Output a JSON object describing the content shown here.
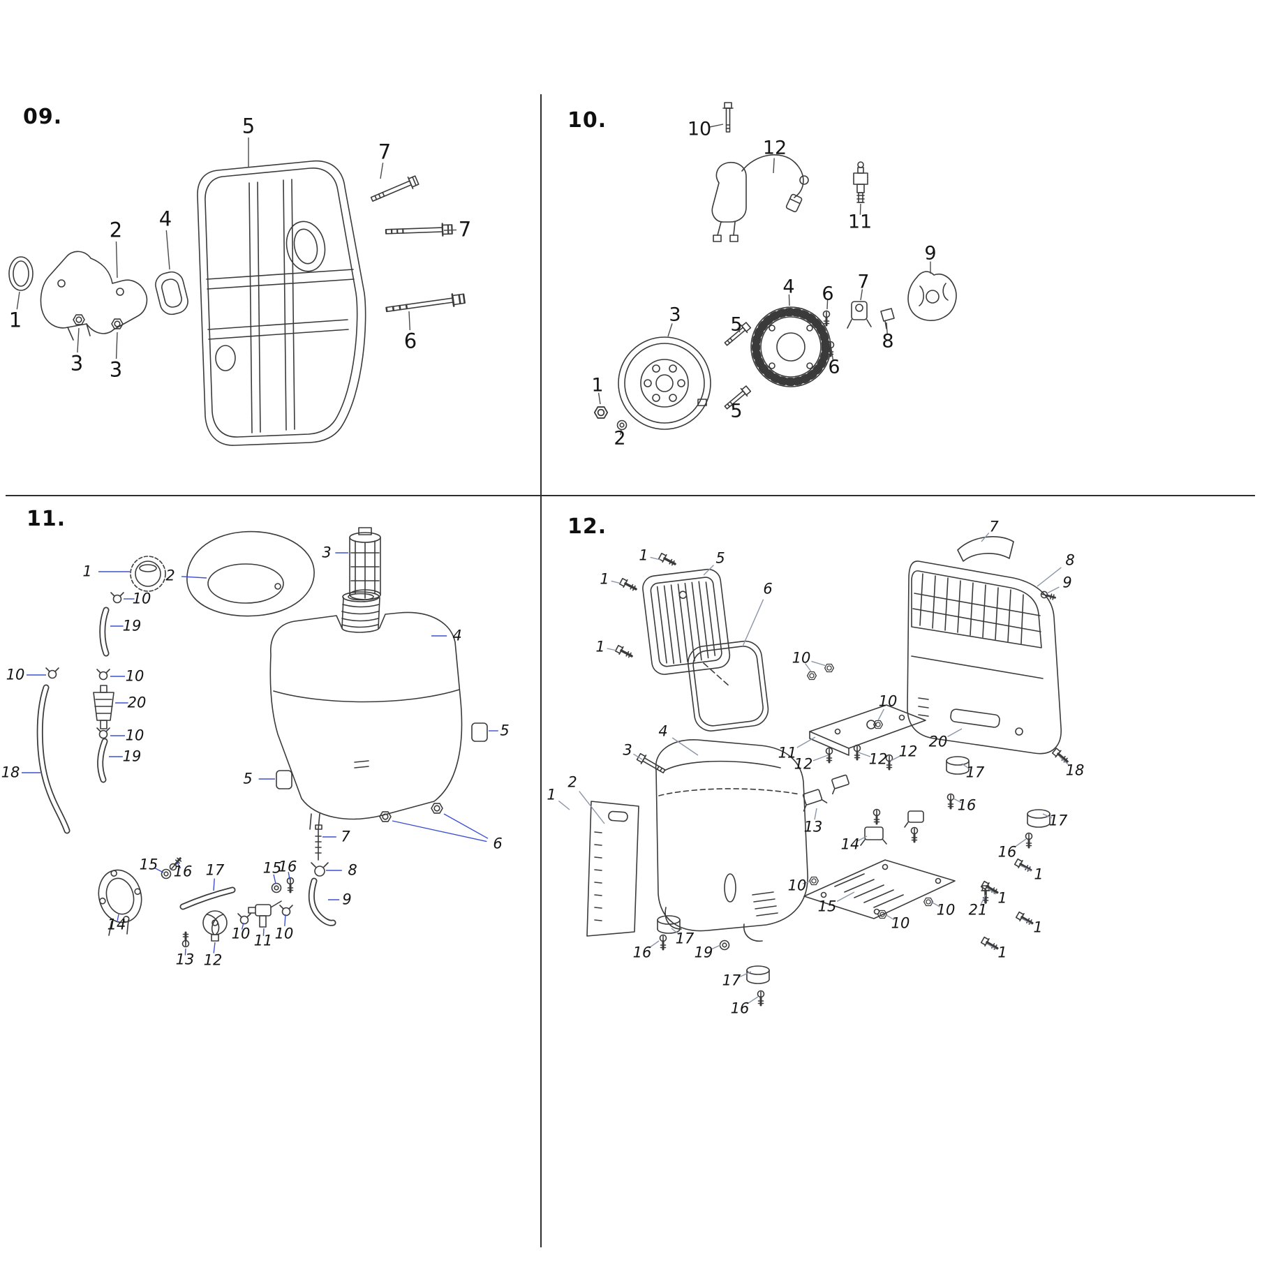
{
  "style": {
    "ink": "#3a3a3a",
    "divider_color": "#2e2e2e"
  },
  "sections": [
    {
      "id": "s09",
      "label": "09.",
      "leader_color": "#4a4a4a",
      "callouts": [
        {
          "n": "5",
          "l": [
            356,
            181
          ],
          "t": [
            [
              356,
              240
            ]
          ]
        },
        {
          "n": "7",
          "l": [
            551,
            218
          ],
          "t": [
            [
              545,
              256
            ]
          ]
        },
        {
          "n": "7",
          "l": [
            666,
            329
          ],
          "t": [
            [
              636,
              330
            ]
          ]
        },
        {
          "n": "2",
          "l": [
            166,
            330
          ],
          "t": [
            [
              168,
              398
            ]
          ]
        },
        {
          "n": "4",
          "l": [
            237,
            314
          ],
          "t": [
            [
              243,
              386
            ]
          ]
        },
        {
          "n": "1",
          "l": [
            22,
            459
          ],
          "t": [
            [
              28,
              418
            ]
          ]
        },
        {
          "n": "3",
          "l": [
            110,
            521
          ],
          "t": [
            [
              113,
              470
            ]
          ]
        },
        {
          "n": "3",
          "l": [
            166,
            530
          ],
          "t": [
            [
              168,
              476
            ]
          ]
        },
        {
          "n": "6",
          "l": [
            588,
            489
          ],
          "t": [
            [
              586,
              446
            ]
          ]
        }
      ]
    },
    {
      "id": "s10",
      "label": "10.",
      "leader_color": "#4a4a4a",
      "callouts": [
        {
          "n": "10",
          "l": [
            1002,
            185
          ],
          "t": [
            [
              1036,
              178
            ]
          ]
        },
        {
          "n": "12",
          "l": [
            1110,
            212
          ],
          "t": [
            [
              1108,
              248
            ]
          ]
        },
        {
          "n": "11",
          "l": [
            1232,
            318
          ],
          "t": [
            [
              1233,
              292
            ]
          ]
        },
        {
          "n": "9",
          "l": [
            1333,
            363
          ],
          "t": [
            [
              1333,
              392
            ]
          ]
        },
        {
          "n": "4",
          "l": [
            1130,
            411
          ],
          "t": [
            [
              1131,
              438
            ]
          ]
        },
        {
          "n": "6",
          "l": [
            1186,
            421
          ],
          "t": [
            [
              1185,
              443
            ]
          ]
        },
        {
          "n": "7",
          "l": [
            1237,
            404
          ],
          "t": [
            [
              1233,
              430
            ]
          ]
        },
        {
          "n": "8",
          "l": [
            1272,
            489
          ],
          "t": [
            [
              1270,
              462
            ]
          ]
        },
        {
          "n": "6",
          "l": [
            1195,
            526
          ],
          "t": [
            [
              1191,
              500
            ]
          ]
        },
        {
          "n": "3",
          "l": [
            967,
            451
          ],
          "t": [
            [
              957,
              482
            ]
          ]
        },
        {
          "n": "5",
          "l": [
            1055,
            465
          ],
          "t": [
            [
              1060,
              476
            ]
          ]
        },
        {
          "n": "5",
          "l": [
            1055,
            589
          ],
          "t": [
            [
              1048,
              580
            ]
          ]
        },
        {
          "n": "1",
          "l": [
            856,
            552
          ],
          "t": [
            [
              860,
              579
            ]
          ]
        },
        {
          "n": "2",
          "l": [
            888,
            628
          ],
          "t": [
            [
              890,
              616
            ]
          ]
        }
      ]
    },
    {
      "id": "s11",
      "label": "11.",
      "leader_color": "#3c50d0",
      "callouts": [
        {
          "n": "1",
          "l": [
            125,
            819
          ],
          "t": [
            [
              186,
              819
            ]
          ]
        },
        {
          "n": "2",
          "l": [
            244,
            825
          ],
          "t": [
            [
              296,
              828
            ]
          ]
        },
        {
          "n": "3",
          "l": [
            468,
            792
          ],
          "t": [
            [
              499,
              792
            ]
          ]
        },
        {
          "n": "10",
          "l": [
            203,
            858
          ],
          "t": [
            [
              177,
              858
            ]
          ]
        },
        {
          "n": "19",
          "l": [
            189,
            897
          ],
          "t": [
            [
              158,
              897
            ]
          ]
        },
        {
          "n": "10",
          "l": [
            22,
            967
          ],
          "t": [
            [
              66,
              967
            ]
          ]
        },
        {
          "n": "10",
          "l": [
            193,
            969
          ],
          "t": [
            [
              158,
              969
            ]
          ]
        },
        {
          "n": "20",
          "l": [
            196,
            1007
          ],
          "t": [
            [
              165,
              1007
            ]
          ]
        },
        {
          "n": "10",
          "l": [
            193,
            1054
          ],
          "t": [
            [
              158,
              1054
            ]
          ]
        },
        {
          "n": "19",
          "l": [
            189,
            1084
          ],
          "t": [
            [
              156,
              1084
            ]
          ]
        },
        {
          "n": "18",
          "l": [
            15,
            1107
          ],
          "t": [
            [
              58,
              1107
            ]
          ]
        },
        {
          "n": "4",
          "l": [
            655,
            911
          ],
          "t": [
            [
              618,
              911
            ]
          ]
        },
        {
          "n": "5",
          "l": [
            723,
            1047
          ],
          "t": [
            [
              700,
              1047
            ]
          ]
        },
        {
          "n": "5",
          "l": [
            355,
            1116
          ],
          "t": [
            [
              394,
              1116
            ]
          ]
        },
        {
          "n": "7",
          "l": [
            495,
            1199
          ],
          "t": [
            [
              462,
              1199
            ]
          ]
        },
        {
          "n": "6",
          "l": [
            713,
            1209
          ],
          "t": [
            [
              562,
              1176
            ],
            [
              636,
              1166
            ]
          ]
        },
        {
          "n": "8",
          "l": [
            505,
            1247
          ],
          "t": [
            [
              467,
              1247
            ]
          ]
        },
        {
          "n": "9",
          "l": [
            497,
            1289
          ],
          "t": [
            [
              470,
              1289
            ]
          ]
        },
        {
          "n": "15",
          "l": [
            213,
            1239
          ],
          "t": [
            [
              234,
              1250
            ]
          ]
        },
        {
          "n": "16",
          "l": [
            262,
            1249
          ],
          "t": [
            [
              254,
              1236
            ]
          ]
        },
        {
          "n": "17",
          "l": [
            308,
            1247
          ],
          "t": [
            [
              306,
              1276
            ]
          ]
        },
        {
          "n": "15",
          "l": [
            390,
            1244
          ],
          "t": [
            [
              395,
              1266
            ]
          ]
        },
        {
          "n": "16",
          "l": [
            412,
            1242
          ],
          "t": [
            [
              415,
              1260
            ]
          ]
        },
        {
          "n": "14",
          "l": [
            167,
            1325
          ],
          "t": [
            [
              170,
              1310
            ]
          ]
        },
        {
          "n": "13",
          "l": [
            265,
            1375
          ],
          "t": [
            [
              266,
              1359
            ]
          ]
        },
        {
          "n": "12",
          "l": [
            305,
            1376
          ],
          "t": [
            [
              308,
              1350
            ]
          ]
        },
        {
          "n": "10",
          "l": [
            345,
            1338
          ],
          "t": [
            [
              349,
              1322
            ]
          ]
        },
        {
          "n": "11",
          "l": [
            377,
            1348
          ],
          "t": [
            [
              378,
              1330
            ]
          ]
        },
        {
          "n": "10",
          "l": [
            407,
            1338
          ],
          "t": [
            [
              409,
              1310
            ]
          ]
        }
      ]
    },
    {
      "id": "s12",
      "label": "12.",
      "leader_color": "#8b95a8",
      "callouts": [
        {
          "n": "7",
          "l": [
            1424,
            755
          ],
          "t": [
            [
              1406,
              776
            ]
          ]
        },
        {
          "n": "1",
          "l": [
            922,
            796
          ],
          "t": [
            [
              946,
              802
            ]
          ]
        },
        {
          "n": "5",
          "l": [
            1032,
            800
          ],
          "t": [
            [
              1008,
              824
            ]
          ]
        },
        {
          "n": "8",
          "l": [
            1533,
            803
          ],
          "t": [
            [
              1486,
              840
            ]
          ]
        },
        {
          "n": "9",
          "l": [
            1529,
            835
          ],
          "t": [
            [
              1500,
              850
            ]
          ]
        },
        {
          "n": "1",
          "l": [
            866,
            830
          ],
          "t": [
            [
              890,
              836
            ]
          ]
        },
        {
          "n": "6",
          "l": [
            1100,
            844
          ],
          "t": [
            [
              1064,
              926
            ]
          ]
        },
        {
          "n": "1",
          "l": [
            860,
            927
          ],
          "t": [
            [
              884,
              932
            ]
          ]
        },
        {
          "n": "10",
          "l": [
            1148,
            943
          ],
          "t": [
            [
              1162,
              962
            ],
            [
              1184,
              954
            ]
          ]
        },
        {
          "n": "10",
          "l": [
            1272,
            1005
          ],
          "t": [
            [
              1258,
              1032
            ]
          ]
        },
        {
          "n": "11",
          "l": [
            1128,
            1079
          ],
          "t": [
            [
              1168,
              1056
            ]
          ]
        },
        {
          "n": "12",
          "l": [
            1151,
            1095
          ],
          "t": [
            [
              1186,
              1082
            ]
          ]
        },
        {
          "n": "12",
          "l": [
            1258,
            1088
          ],
          "t": [
            [
              1230,
              1078
            ]
          ]
        },
        {
          "n": "12",
          "l": [
            1301,
            1077
          ],
          "t": [
            [
              1276,
              1090
            ]
          ]
        },
        {
          "n": "20",
          "l": [
            1344,
            1063
          ],
          "t": [
            [
              1378,
              1044
            ]
          ]
        },
        {
          "n": "17",
          "l": [
            1397,
            1107
          ],
          "t": [
            [
              1378,
              1094
            ]
          ]
        },
        {
          "n": "18",
          "l": [
            1540,
            1104
          ],
          "t": [
            [
              1518,
              1084
            ]
          ]
        },
        {
          "n": "16",
          "l": [
            1385,
            1154
          ],
          "t": [
            [
              1366,
              1144
            ]
          ]
        },
        {
          "n": "17",
          "l": [
            1516,
            1176
          ],
          "t": [
            [
              1494,
              1166
            ]
          ]
        },
        {
          "n": "16",
          "l": [
            1443,
            1221
          ],
          "t": [
            [
              1470,
              1202
            ]
          ]
        },
        {
          "n": "13",
          "l": [
            1165,
            1185
          ],
          "t": [
            [
              1170,
              1158
            ]
          ]
        },
        {
          "n": "14",
          "l": [
            1218,
            1210
          ],
          "t": [
            [
              1242,
              1198
            ]
          ]
        },
        {
          "n": "3",
          "l": [
            899,
            1075
          ],
          "t": [
            [
              920,
              1088
            ]
          ]
        },
        {
          "n": "4",
          "l": [
            950,
            1048
          ],
          "t": [
            [
              1000,
              1082
            ]
          ]
        },
        {
          "n": "2",
          "l": [
            820,
            1121
          ],
          "t": [
            [
              866,
              1180
            ]
          ]
        },
        {
          "n": "1",
          "l": [
            790,
            1139
          ],
          "t": [
            [
              816,
              1160
            ]
          ]
        },
        {
          "n": "10",
          "l": [
            1142,
            1269
          ],
          "t": [
            [
              1162,
              1262
            ]
          ]
        },
        {
          "n": "15",
          "l": [
            1185,
            1299
          ],
          "t": [
            [
              1224,
              1278
            ]
          ]
        },
        {
          "n": "10",
          "l": [
            1355,
            1304
          ],
          "t": [
            [
              1334,
              1292
            ]
          ]
        },
        {
          "n": "10",
          "l": [
            1290,
            1323
          ],
          "t": [
            [
              1268,
              1310
            ]
          ]
        },
        {
          "n": "21",
          "l": [
            1401,
            1304
          ],
          "t": [
            [
              1412,
              1282
            ]
          ]
        },
        {
          "n": "1",
          "l": [
            1488,
            1253
          ],
          "t": [
            [
              1462,
              1240
            ]
          ]
        },
        {
          "n": "1",
          "l": [
            1436,
            1287
          ],
          "t": [
            [
              1414,
              1272
            ]
          ]
        },
        {
          "n": "1",
          "l": [
            1487,
            1329
          ],
          "t": [
            [
              1464,
              1316
            ]
          ]
        },
        {
          "n": "1",
          "l": [
            1436,
            1365
          ],
          "t": [
            [
              1414,
              1352
            ]
          ]
        },
        {
          "n": "17",
          "l": [
            981,
            1345
          ],
          "t": [
            [
              962,
              1330
            ]
          ]
        },
        {
          "n": "16",
          "l": [
            920,
            1365
          ],
          "t": [
            [
              944,
              1348
            ]
          ]
        },
        {
          "n": "19",
          "l": [
            1008,
            1365
          ],
          "t": [
            [
              1032,
              1354
            ]
          ]
        },
        {
          "n": "17",
          "l": [
            1048,
            1405
          ],
          "t": [
            [
              1076,
              1392
            ]
          ]
        },
        {
          "n": "16",
          "l": [
            1060,
            1445
          ],
          "t": [
            [
              1086,
              1428
            ]
          ]
        }
      ]
    }
  ]
}
